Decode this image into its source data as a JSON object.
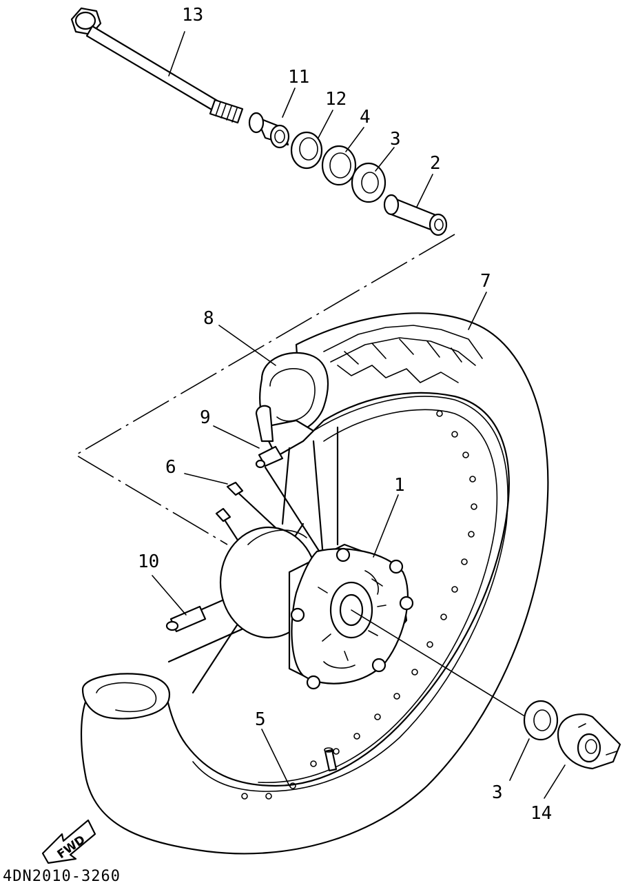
{
  "diagram_code": "4DN2010-3260",
  "fwd_label": "FWD",
  "callouts": {
    "c1": "1",
    "c2": "2",
    "c3a": "3",
    "c3b": "3",
    "c4": "4",
    "c5": "5",
    "c6": "6",
    "c7": "7",
    "c8": "8",
    "c9": "9",
    "c10": "10",
    "c11": "11",
    "c12": "12",
    "c13": "13",
    "c14": "14"
  }
}
